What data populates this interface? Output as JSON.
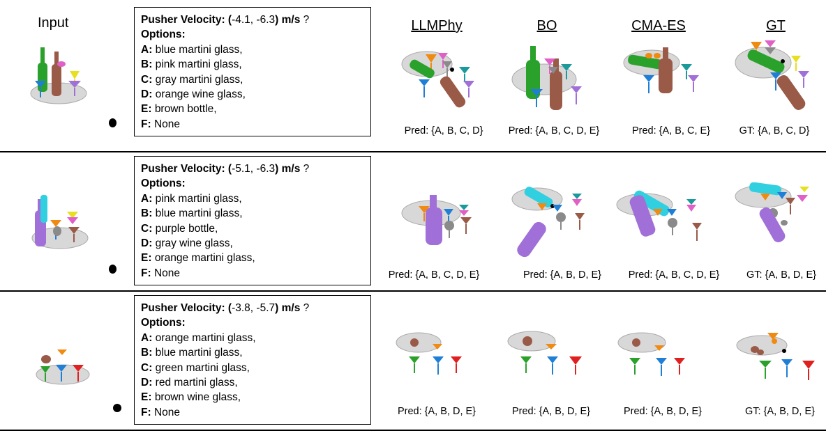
{
  "header": {
    "input_label": "Input",
    "methods": [
      "LLMPhy",
      "BO",
      "CMA-ES",
      "GT"
    ]
  },
  "rows": [
    {
      "velocity_label": "Pusher Velocity:",
      "velocity_value": "-4.1, -6.3",
      "unit": "m/s",
      "question_mark": "?",
      "options_label": "Options:",
      "options": [
        {
          "key": "A:",
          "text": "blue martini glass,"
        },
        {
          "key": "B:",
          "text": "pink martini glass,"
        },
        {
          "key": "C:",
          "text": "gray martini glass,"
        },
        {
          "key": "D:",
          "text": "orange wine glass,"
        },
        {
          "key": "E:",
          "text": "brown bottle,"
        },
        {
          "key": "F:",
          "text": "None"
        }
      ],
      "preds": [
        "Pred: {A, B, C, D}",
        "Pred: {A, B, C, D, E}",
        "Pred: {A, B, C, E}",
        "GT: {A, B, C, D}"
      ]
    },
    {
      "velocity_label": "Pusher Velocity:",
      "velocity_value": "-5.1, -6.3",
      "unit": "m/s",
      "question_mark": "?",
      "options_label": "Options:",
      "options": [
        {
          "key": "A:",
          "text": "pink martini glass,"
        },
        {
          "key": "B:",
          "text": "blue martini glass,"
        },
        {
          "key": "C:",
          "text": "purple bottle,"
        },
        {
          "key": "D:",
          "text": "gray wine glass,"
        },
        {
          "key": "E:",
          "text": "orange martini glass,"
        },
        {
          "key": "F:",
          "text": "None"
        }
      ],
      "preds": [
        "Pred: {A, B, C, D, E}",
        "Pred: {A, B, D, E}",
        "Pred: {A, B, C, D, E}",
        "GT: {A, B, D, E}"
      ]
    },
    {
      "velocity_label": "Pusher Velocity:",
      "velocity_value": "-3.8, -5.7",
      "unit": "m/s",
      "question_mark": "?",
      "options_label": "Options:",
      "options": [
        {
          "key": "A:",
          "text": "orange martini glass,"
        },
        {
          "key": "B:",
          "text": "blue martini glass,"
        },
        {
          "key": "C:",
          "text": "green martini glass,"
        },
        {
          "key": "D:",
          "text": "red martini glass,"
        },
        {
          "key": "E:",
          "text": "brown wine glass,"
        },
        {
          "key": "F:",
          "text": "None"
        }
      ],
      "preds": [
        "Pred: {A, B, D, E}",
        "Pred: {A, B, D, E}",
        "Pred: {A, B, D, E}",
        "GT: {A, B, D, E}"
      ]
    }
  ],
  "colors": {
    "blue": "#1f7fd6",
    "pink": "#e060c8",
    "gray": "#8a8a8a",
    "orange": "#f08a10",
    "brown": "#9a5a48",
    "green": "#2aa12a",
    "purple": "#a070d8",
    "cyan": "#30d0e0",
    "yellow": "#e6e020",
    "teal": "#1a9a9a",
    "red": "#e02020",
    "plate": "#d8d8d8"
  }
}
